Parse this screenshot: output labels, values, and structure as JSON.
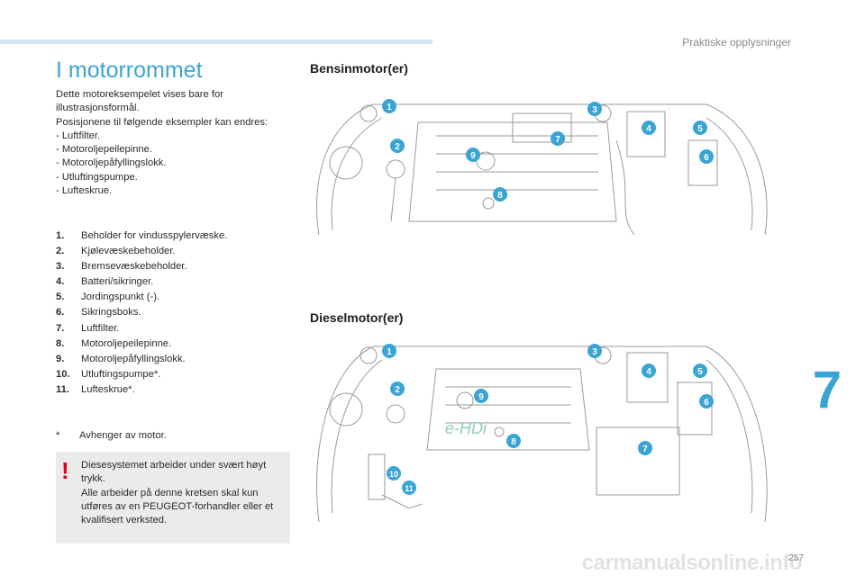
{
  "header": {
    "section": "Praktiske opplysninger"
  },
  "title": "I motorrommet",
  "intro": {
    "line1": "Dette motoreksempelet vises bare for illustrasjonsformål.",
    "line2": "Posisjonene til følgende eksempler kan endres:",
    "bullets": [
      "-  Luftfilter.",
      "-  Motoroljepeilepinne.",
      "-  Motoroljepåfyllingslokk.",
      "-  Utluftingspumpe.",
      "-  Lufteskrue."
    ]
  },
  "items": [
    {
      "num": "1.",
      "label": "Beholder for vindusspylervæske."
    },
    {
      "num": "2.",
      "label": "Kjølevæskebeholder."
    },
    {
      "num": "3.",
      "label": "Bremsevæskebeholder."
    },
    {
      "num": "4.",
      "label": "Batteri/sikringer."
    },
    {
      "num": "5.",
      "label": "Jordingspunkt (-)."
    },
    {
      "num": "6.",
      "label": "Sikringsboks."
    },
    {
      "num": "7.",
      "label": "Luftfilter."
    },
    {
      "num": "8.",
      "label": "Motoroljepeilepinne."
    },
    {
      "num": "9.",
      "label": "Motoroljepåfyllingslokk."
    },
    {
      "num": "10.",
      "label": "Utluftingspumpe*."
    },
    {
      "num": "11.",
      "label": "Lufteskrue*."
    }
  ],
  "footnote": {
    "star": "*",
    "text": "Avhenger av motor."
  },
  "warning": {
    "mark": "!",
    "line1": "Diesesystemet arbeider under svært høyt trykk.",
    "line2": "Alle arbeider på denne kretsen skal kun utføres av en PEUGEOT-forhandler eller et kvalifisert verksted."
  },
  "petrol": {
    "heading": "Bensinmotor(er)",
    "markers": [
      "1",
      "2",
      "3",
      "4",
      "5",
      "6",
      "7",
      "8",
      "9"
    ]
  },
  "diesel": {
    "heading": "Dieselmotor(er)",
    "engine_badge": "e-HDi",
    "markers": [
      "1",
      "2",
      "3",
      "4",
      "5",
      "6",
      "7",
      "8",
      "9",
      "10",
      "11"
    ]
  },
  "chapter_number": "7",
  "page_number": "257",
  "watermark": "carmanualsonline.info",
  "colors": {
    "accent": "#3aa4d4",
    "marker": "#3aa4d4",
    "warning": "#e2001a",
    "box": "#ebebeb"
  }
}
